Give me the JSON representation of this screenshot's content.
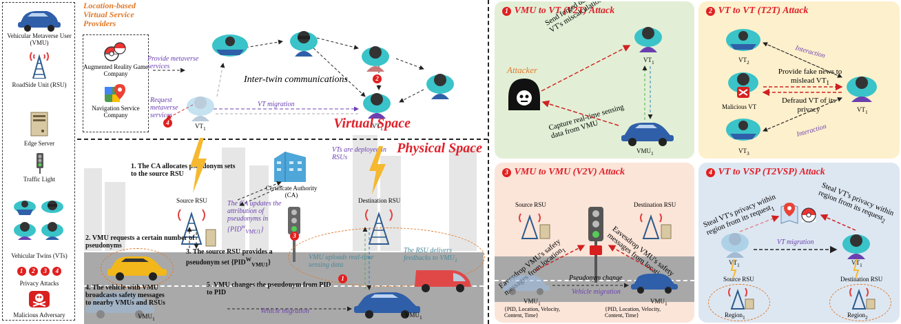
{
  "legend": {
    "vmu": "Vehicular Metaverse User (VMU)",
    "rsu": "RoadSide Unit (RSU)",
    "edge": "Edge Server",
    "traffic": "Traffic Light",
    "vts": "Vehicular Twins (VTs)",
    "attacks": "Privacy Attacks",
    "adversary": "Malicious Adversary",
    "badges": [
      "1",
      "2",
      "3",
      "4"
    ]
  },
  "left": {
    "vsp_title": "Location-based Virtual Service Providers",
    "ar_company": "Augmented Reality Game Company",
    "nav_company": "Navigation Service Company",
    "provide": "Provide metaverse services",
    "request": "Request metaverse services",
    "inter_twin": "Inter-twin communications",
    "vt_migration": "VT migration",
    "vt1_a": "VT",
    "vt1_b": "VT",
    "virtual_space": "Virtual Space",
    "physical_space": "Physical Space",
    "vts_deployed": "VTs are deployed in RSUs",
    "step1": "1. The CA allocates pseudonym sets to the source RSU",
    "ca": "Certificate Authority (CA)",
    "ca_updates": "The CA updates the attribution of pseudonyms in {PID",
    "source_rsu": "Source RSU",
    "dest_rsu": "Destination RSU",
    "step2": "2. VMU requests a certain number of pseudonyms",
    "step3": "3. The source RSU provides a pseudonym set {PID",
    "rsu_delivers": "The RSU delivers feedbacks to VMU",
    "uploads": "VMU uploads real-time sensing data",
    "step4": "4. The vehicle with VMU broadcasts safety messages to nearby VMUs and RSUs",
    "step5": "5. VMU changes the pseudonym from PID to PID",
    "vehicle_migration": "Vehicle migration",
    "vmu_label": "VMU",
    "badge2": "2",
    "badge3": "3",
    "badge4": "4",
    "badge1": "1"
  },
  "p1": {
    "badge": "1",
    "title": "VMU to VT (V2T) Attack",
    "attacker": "Attacker",
    "send_forged": "Send forged data resulting in VT's miscalculations",
    "capture": "Capture real-time sensing data from VMU",
    "vt": "VT",
    "vmu": "VMU"
  },
  "p2": {
    "badge": "2",
    "title": "VT to VT (T2T) Attack",
    "vt2": "VT",
    "vt3": "VT",
    "vt1": "VT",
    "malicious": "Malicious VT",
    "interaction1": "Interaction",
    "interaction2": "Interaction",
    "fake_news": "Provide fake news to mislead VT",
    "defraud": "Defraud VT of its privacy"
  },
  "p3": {
    "badge": "3",
    "title": "VMU to VMU (V2V) Attack",
    "source_rsu": "Source RSU",
    "dest_rsu": "Destination RSU",
    "eaves1": "Eavesdrop VMU's safety messages from location",
    "eaves2": "Eavesdrop VMU's safety messages from location",
    "pseudonym_change": "Pseudonym change",
    "vehicle_migration": "Vehicle migration",
    "vmu1": "VMU",
    "vmu2": "VMU",
    "tuple1": "{PID, Location, Velocity, Content, Time}",
    "tuple2": "{PID, Location, Velocity, Content, Time}"
  },
  "p4": {
    "badge": "4",
    "title": "VT to VSP (T2VSP) Attack",
    "steal1": "Steal VT's privacy within region from its request",
    "steal2": "Steal VT's privacy within region from its request",
    "vt_migration": "VT migration",
    "vt_a": "VT",
    "vt_b": "VT",
    "source_rsu": "Source RSU",
    "dest_rsu": "Destination RSU",
    "region1": "Region",
    "region2": "Region"
  },
  "colors": {
    "red": "#e0202a",
    "purple": "#6a3fb0",
    "orange": "#e07a2a",
    "green_panel": "#e2efd6",
    "yellow_panel": "#fdf0cc",
    "peach_panel": "#fbe4d8",
    "blue_panel": "#dde7f2"
  }
}
